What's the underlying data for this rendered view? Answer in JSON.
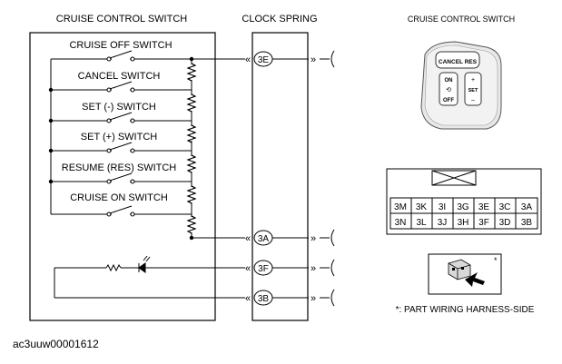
{
  "headers": {
    "switch_box": "CRUISE CONTROL SWITCH",
    "clock_spring": "CLOCK SPRING",
    "view": "CRUISE CONTROL SWITCH"
  },
  "switches": [
    "CRUISE OFF SWITCH",
    "CANCEL SWITCH",
    "SET (-) SWITCH",
    "SET (+) SWITCH",
    "RESUME (RES) SWITCH",
    "CRUISE ON SWITCH"
  ],
  "terminals": [
    "3E",
    "3A",
    "3F",
    "3B"
  ],
  "buttons": {
    "cancel_res": "CANCEL RES",
    "on": "ON",
    "off": "OFF",
    "plus": "+",
    "set": "SET",
    "minus": "–"
  },
  "connector": {
    "row1": [
      "3M",
      "3K",
      "3I",
      "3G",
      "3E",
      "3C",
      "3A"
    ],
    "row2": [
      "3N",
      "3L",
      "3J",
      "3H",
      "3F",
      "3D",
      "3B"
    ]
  },
  "asterisk": "*",
  "note": "*: PART WIRING HARNESS-SIDE",
  "footer_id": "ac3uuw00001612"
}
